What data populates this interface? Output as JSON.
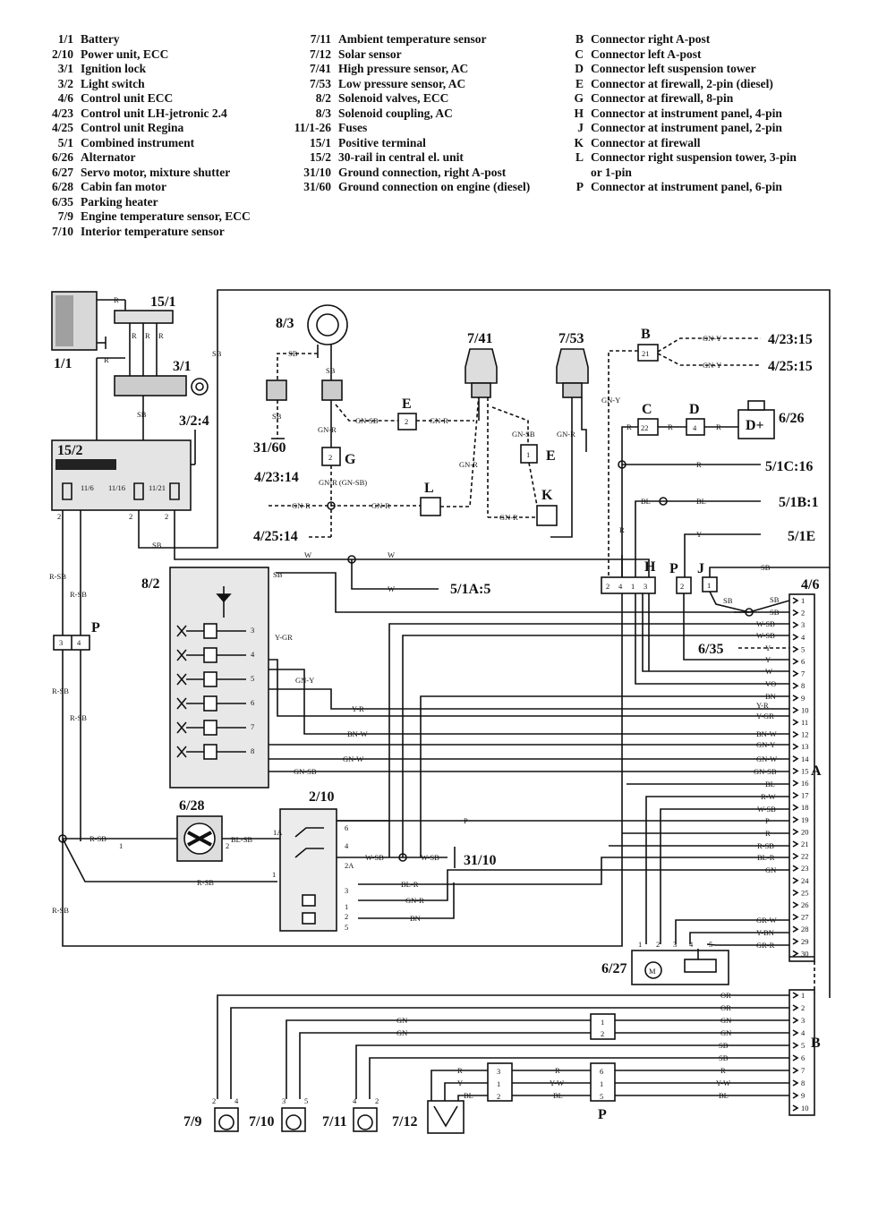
{
  "legend": {
    "col1": [
      {
        "code": "1/1",
        "desc": "Battery"
      },
      {
        "code": "2/10",
        "desc": "Power unit, ECC"
      },
      {
        "code": "3/1",
        "desc": "Ignition lock"
      },
      {
        "code": "3/2",
        "desc": "Light switch"
      },
      {
        "code": "4/6",
        "desc": "Control unit ECC"
      },
      {
        "code": "4/23",
        "desc": "Control unit LH-jetronic 2.4"
      },
      {
        "code": "4/25",
        "desc": "Control unit Regina"
      },
      {
        "code": "5/1",
        "desc": "Combined instrument"
      },
      {
        "code": "6/26",
        "desc": "Alternator"
      },
      {
        "code": "6/27",
        "desc": "Servo motor, mixture shutter"
      },
      {
        "code": "6/28",
        "desc": "Cabin fan motor"
      },
      {
        "code": "6/35",
        "desc": "Parking heater"
      },
      {
        "code": "7/9",
        "desc": "Engine temperature sensor, ECC"
      },
      {
        "code": "7/10",
        "desc": "Interior temperature sensor"
      }
    ],
    "col2": [
      {
        "code": "7/11",
        "desc": "Ambient temperature sensor"
      },
      {
        "code": "7/12",
        "desc": "Solar sensor"
      },
      {
        "code": "7/41",
        "desc": "High pressure sensor, AC"
      },
      {
        "code": "7/53",
        "desc": "Low pressure sensor, AC"
      },
      {
        "code": "8/2",
        "desc": "Solenoid valves, ECC"
      },
      {
        "code": "8/3",
        "desc": "Solenoid coupling, AC"
      },
      {
        "code": "11/1-26",
        "desc": "Fuses"
      },
      {
        "code": "15/1",
        "desc": "Positive terminal"
      },
      {
        "code": "15/2",
        "desc": "30-rail in central el. unit"
      },
      {
        "code": "31/10",
        "desc": "Ground connection, right A-post"
      },
      {
        "code": "31/60",
        "desc": "Ground connection on engine (diesel)"
      }
    ],
    "col3": [
      {
        "code": "B",
        "desc": "Connector right A-post"
      },
      {
        "code": "C",
        "desc": "Connector left A-post"
      },
      {
        "code": "D",
        "desc": "Connector left suspension tower"
      },
      {
        "code": "E",
        "desc": "Connector at firewall, 2-pin (diesel)"
      },
      {
        "code": "G",
        "desc": "Connector at firewall, 8-pin"
      },
      {
        "code": "H",
        "desc": "Connector at instrument panel, 4-pin"
      },
      {
        "code": "J",
        "desc": "Connector at instrument panel, 2-pin"
      },
      {
        "code": "K",
        "desc": "Connector at firewall"
      },
      {
        "code": "L",
        "desc": "Connector right suspension tower, 3-pin"
      },
      {
        "code": "",
        "desc": "or 1-pin"
      },
      {
        "code": "P",
        "desc": "Connector at instrument panel, 6-pin"
      }
    ]
  },
  "labels": {
    "c1_1": "1/1",
    "c15_1": "15/1",
    "c3_1": "3/1",
    "c3_2_4": "3/2:4",
    "c15_2": "15/2",
    "f11_6": "11/6",
    "f11_16": "11/16",
    "f11_21": "11/21",
    "c8_3": "8/3",
    "c31_60": "31/60",
    "c4_23_14": "4/23:14",
    "c4_25_14": "4/25:14",
    "c7_41": "7/41",
    "c7_53": "7/53",
    "cE1": "E",
    "cE2": "E",
    "cG": "G",
    "cL": "L",
    "cK": "K",
    "cB": "B",
    "cC": "C",
    "cD": "D",
    "cDplus": "D+",
    "c6_26": "6/26",
    "t4_23_15": "4/23:15",
    "t4_25_15": "4/25:15",
    "t5_1C_16": "5/1C:16",
    "t5_1B_1": "5/1B:1",
    "t5_1E": "5/1E",
    "t5_1A_5": "5/1A:5",
    "c8_2": "8/2",
    "cH": "H",
    "cP1": "P",
    "cJ": "J",
    "c4_6": "4/6",
    "cA": "A",
    "c6_35": "6/35",
    "cP2": "P",
    "c6_28": "6/28",
    "c2_10": "2/10",
    "c31_10": "31/10",
    "c6_27": "6/27",
    "cB2": "B",
    "c7_9": "7/9",
    "c7_10": "7/10",
    "c7_11": "7/11",
    "c7_12": "7/12",
    "cP3": "P"
  },
  "wires": {
    "R": "R",
    "SB": "SB",
    "W": "W",
    "GNY": "GN-Y",
    "GNSB": "GN-SB",
    "GNR": "GN-R",
    "GNRGNSB": "GN-R (GN-SB)",
    "BL": "BL",
    "Y": "Y",
    "RSB": "R-SB",
    "YGR": "Y-GR",
    "YR": "Y-R",
    "BNW": "BN-W",
    "GNW": "GN-W",
    "WSB": "W-SB",
    "VO": "VO",
    "BN": "BN",
    "RW": "R-W",
    "P": "P",
    "BLR": "BL-R",
    "GN": "GN",
    "BLSB": "BL-SB",
    "GRW": "GR-W",
    "YBN": "Y-BN",
    "GRR": "GR-R",
    "OR": "OR",
    "YW": "Y-W"
  },
  "pins": {
    "a1": "1",
    "a2": "2",
    "a3": "3",
    "a4": "4",
    "a5": "5",
    "a6": "6",
    "a7": "7",
    "a8": "8",
    "a9": "9",
    "a10": "10",
    "a11": "11",
    "a12": "12",
    "a13": "13",
    "a14": "14",
    "a15": "15",
    "a16": "16",
    "a17": "17",
    "a18": "18",
    "a19": "19",
    "a20": "20",
    "a21": "21",
    "a22": "22",
    "a23": "23",
    "a24": "24",
    "a25": "25",
    "a26": "26",
    "a27": "27",
    "a28": "28",
    "a29": "29",
    "a30": "30",
    "b21": "21",
    "c22": "22",
    "d4": "4",
    "e2": "2",
    "e1": "1",
    "g2": "2",
    "h2": "2",
    "h4": "4",
    "h1": "1",
    "h3": "3",
    "p3": "3",
    "p4": "4",
    "p2": "2",
    "j1": "1",
    "q1": "1",
    "q2": "2",
    "q3": "3",
    "q5": "5",
    "q6": "6",
    "q1a": "1A",
    "q2a": "2A",
    "q4": "4"
  }
}
